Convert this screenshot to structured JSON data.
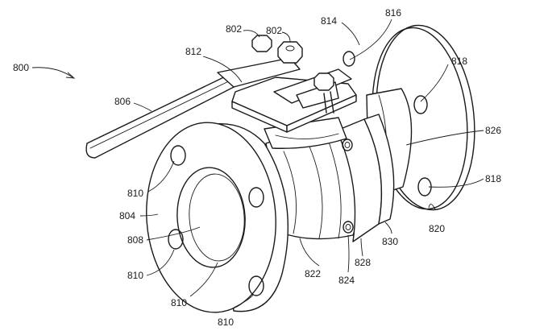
{
  "figure": {
    "labels": [
      {
        "id": "l800",
        "text": "800"
      },
      {
        "id": "l802a",
        "text": "802"
      },
      {
        "id": "l802b",
        "text": "802"
      },
      {
        "id": "l814",
        "text": "814"
      },
      {
        "id": "l816",
        "text": "816"
      },
      {
        "id": "l818a",
        "text": "818"
      },
      {
        "id": "l812",
        "text": "812"
      },
      {
        "id": "l806",
        "text": "806"
      },
      {
        "id": "l826",
        "text": "826"
      },
      {
        "id": "l818b",
        "text": "818"
      },
      {
        "id": "l810a",
        "text": "810"
      },
      {
        "id": "l804",
        "text": "804"
      },
      {
        "id": "l808",
        "text": "808"
      },
      {
        "id": "l810b",
        "text": "810"
      },
      {
        "id": "l820",
        "text": "820"
      },
      {
        "id": "l830",
        "text": "830"
      },
      {
        "id": "l828",
        "text": "828"
      },
      {
        "id": "l822",
        "text": "822"
      },
      {
        "id": "l824",
        "text": "824"
      },
      {
        "id": "l810c",
        "text": "810"
      },
      {
        "id": "l810d",
        "text": "810"
      }
    ]
  }
}
